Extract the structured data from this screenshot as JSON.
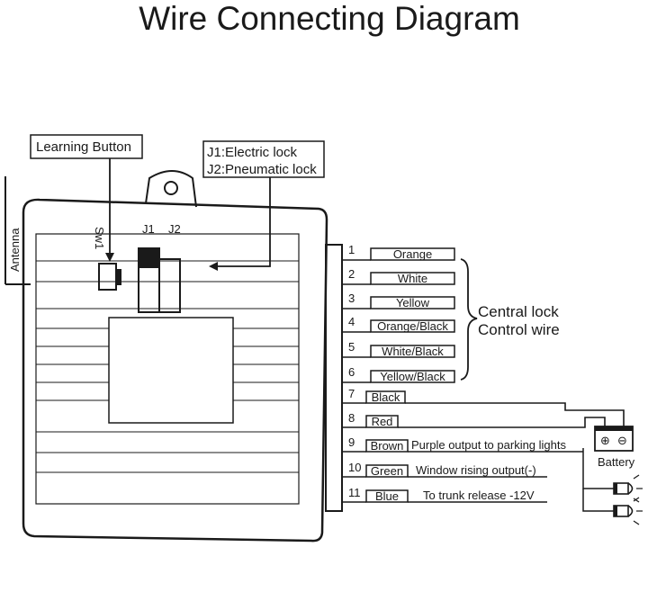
{
  "title": "Wire Connecting Diagram",
  "labels": {
    "learning_button": "Learning Button",
    "j_legend_1": "J1:Electric lock",
    "j_legend_2": "J2:Pneumatic lock",
    "antenna": "Antenna",
    "sw1": "Sw1",
    "j1": "J1",
    "j2": "J2",
    "central_lock_1": "Central lock",
    "central_lock_2": "Control wire",
    "battery": "Battery",
    "battery_plus": "⊕",
    "battery_minus": "⊖"
  },
  "wires": [
    {
      "num": "1",
      "color": "Orange",
      "desc": ""
    },
    {
      "num": "2",
      "color": "White",
      "desc": ""
    },
    {
      "num": "3",
      "color": "Yellow",
      "desc": ""
    },
    {
      "num": "4",
      "color": "Orange/Black",
      "desc": ""
    },
    {
      "num": "5",
      "color": "White/Black",
      "desc": ""
    },
    {
      "num": "6",
      "color": "Yellow/Black",
      "desc": ""
    },
    {
      "num": "7",
      "color": "Black",
      "desc": ""
    },
    {
      "num": "8",
      "color": "Red",
      "desc": ""
    },
    {
      "num": "9",
      "color": "Brown",
      "desc": "Purple output to parking lights"
    },
    {
      "num": "10",
      "color": "Green",
      "desc": "Window rising output(-)"
    },
    {
      "num": "11",
      "color": "Blue",
      "desc": "To trunk release -12V"
    }
  ],
  "colors": {
    "ink": "#1a1a1a",
    "background": "#ffffff"
  }
}
